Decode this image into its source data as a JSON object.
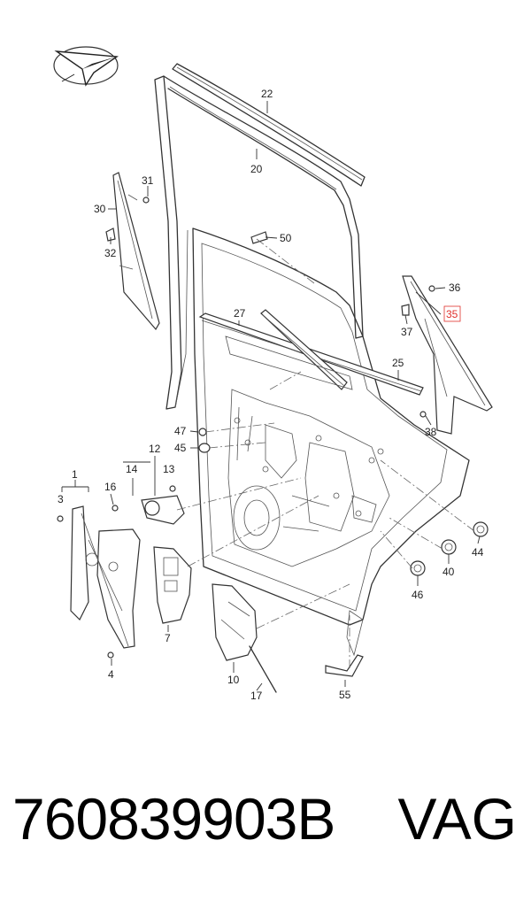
{
  "callouts": [
    "22",
    "20",
    "50",
    "31",
    "30",
    "32",
    "36",
    "35",
    "37",
    "27",
    "25",
    "38",
    "47",
    "45",
    "12",
    "14",
    "13",
    "1",
    "16",
    "3",
    "44",
    "40",
    "46",
    "7",
    "4",
    "10",
    "17",
    "55"
  ],
  "highlight_callout": "35",
  "colors": {
    "line": "#333333",
    "highlight": "#e0302c",
    "background": "#ffffff"
  },
  "footer": {
    "part_number": "760839903B",
    "brand": "VAG"
  },
  "logo_icon": "paper-plane-compass-icon"
}
